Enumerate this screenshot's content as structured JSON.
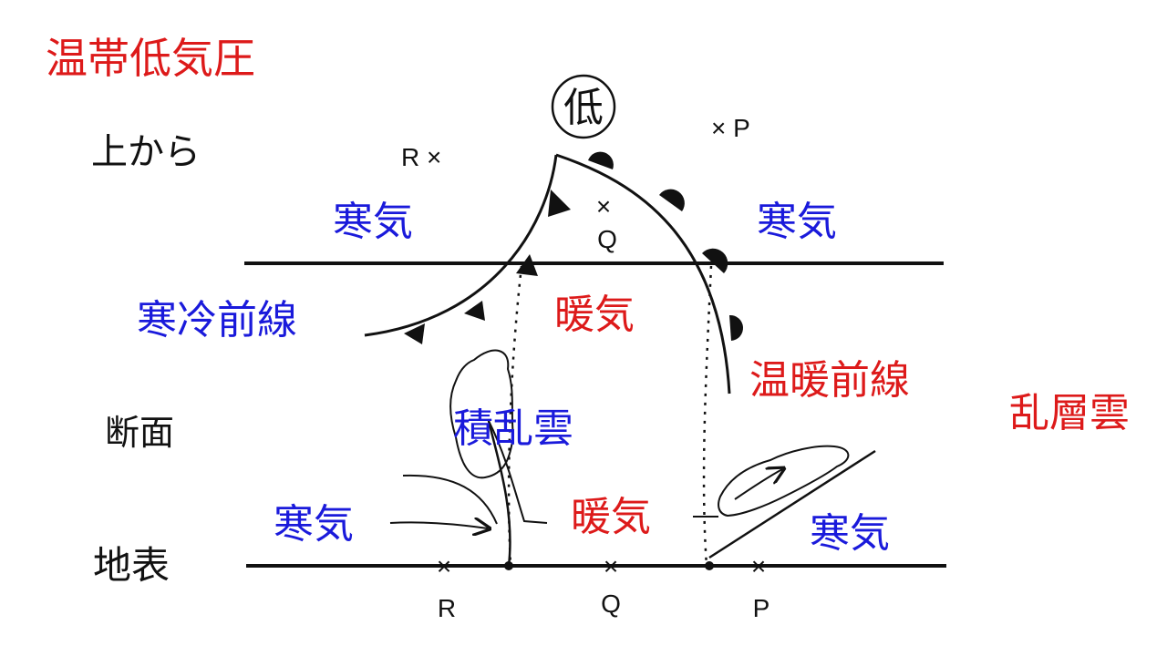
{
  "title": "温帯低気圧",
  "view_labels": {
    "top_view": "上から",
    "cross_section": "断面",
    "surface": "地表"
  },
  "low_symbol": "低",
  "air_masses": {
    "cold_left_top": "寒気",
    "cold_right_top": "寒気",
    "warm_top": "暖気",
    "cold_left_section": "寒気",
    "warm_section": "暖気",
    "cold_right_section": "寒気"
  },
  "fronts": {
    "cold_front": "寒冷前線",
    "warm_front": "温暖前線"
  },
  "clouds": {
    "cumulonimbus": "積乱雲",
    "nimbostratus": "乱層雲"
  },
  "points_top": {
    "p": "× P",
    "q_mark": "×",
    "q": "Q",
    "r": "R ×"
  },
  "points_surface": {
    "r": "R",
    "q": "Q",
    "p": "P"
  },
  "colors": {
    "red": "#dd1a1a",
    "blue": "#1a1adb",
    "black": "#111111"
  }
}
